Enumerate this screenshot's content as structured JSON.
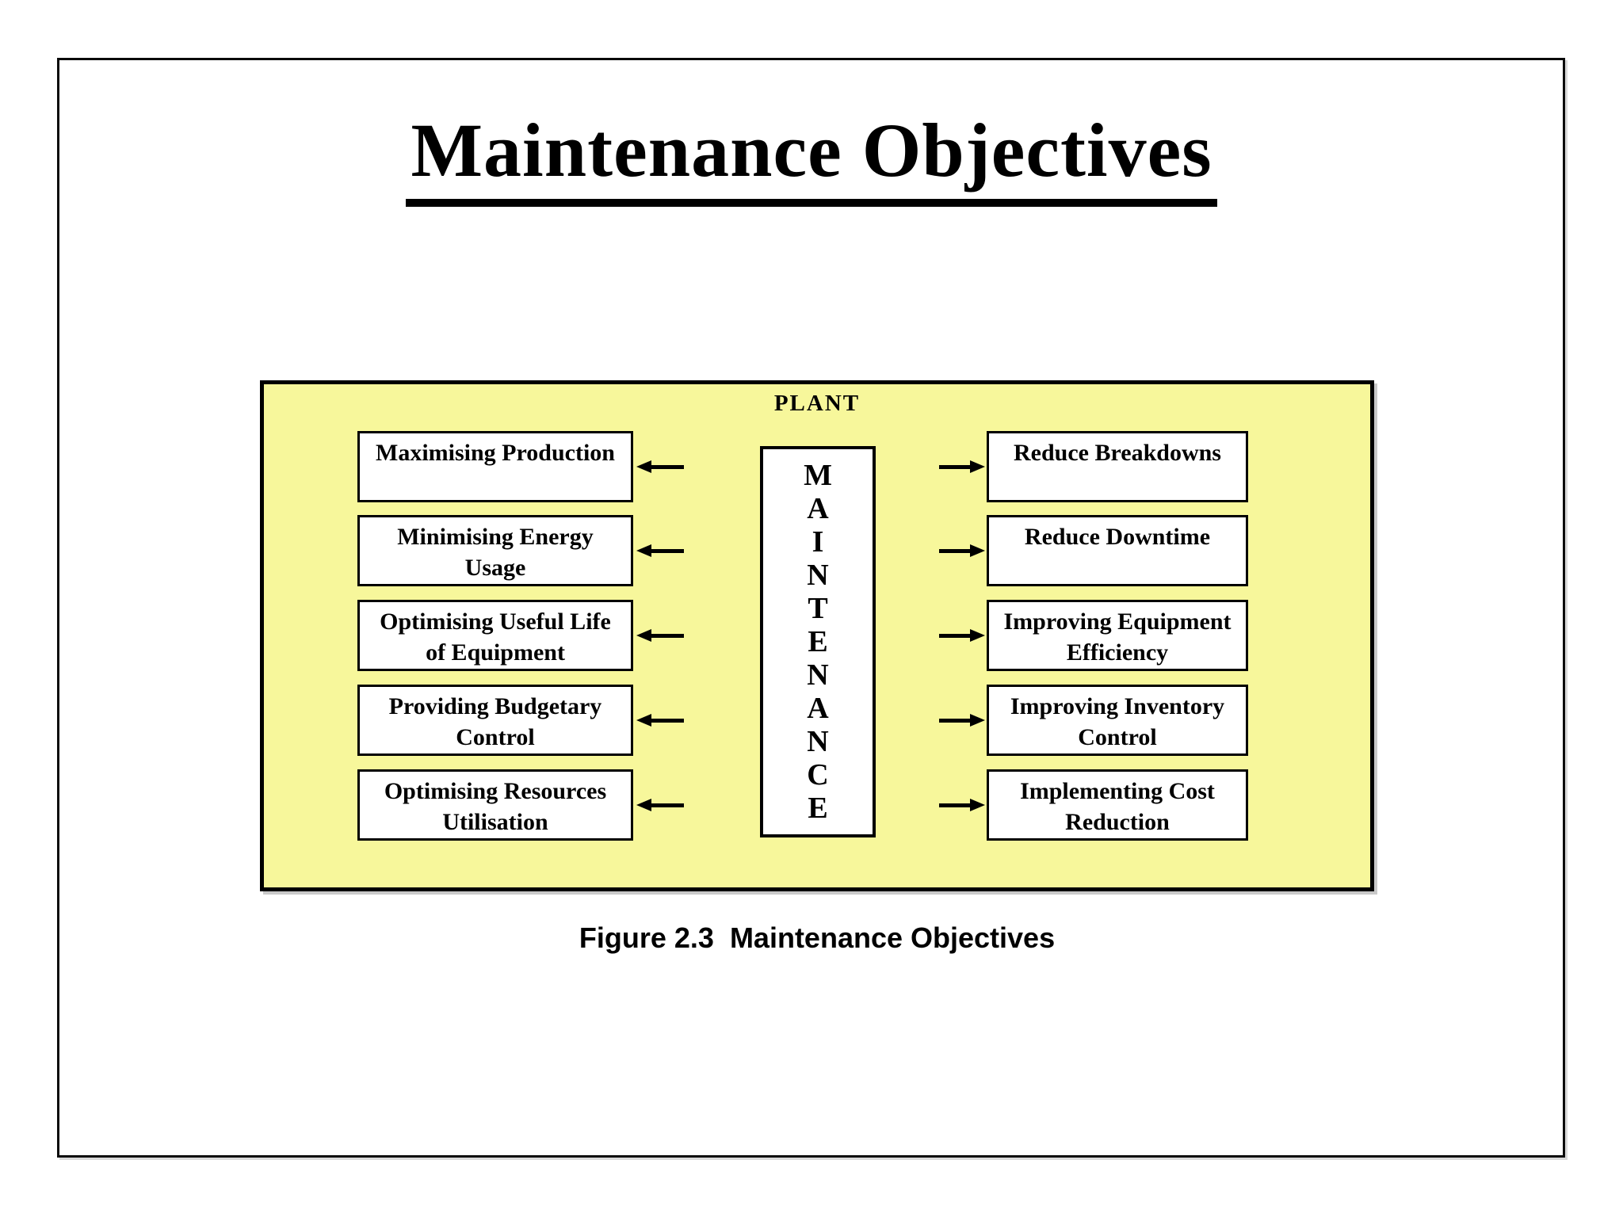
{
  "page": {
    "title": "Maintenance Objectives",
    "caption": "Figure 2.3  Maintenance Objectives"
  },
  "diagram": {
    "plant_label": "PLANT",
    "center_label": "MAINTENANCE",
    "colors": {
      "container_fill": "#F7F79B",
      "box_fill": "#FFFFFF",
      "border": "#000000"
    },
    "left_objectives": [
      {
        "line1": "Maximising Production",
        "line2": ""
      },
      {
        "line1": "Minimising Energy",
        "line2": "Usage"
      },
      {
        "line1": "Optimising Useful Life",
        "line2": "of Equipment"
      },
      {
        "line1": "Providing Budgetary",
        "line2": "Control"
      },
      {
        "line1": "Optimising Resources",
        "line2": "Utilisation"
      }
    ],
    "right_objectives": [
      {
        "line1": "Reduce Breakdowns",
        "line2": ""
      },
      {
        "line1": "Reduce Downtime",
        "line2": ""
      },
      {
        "line1": "Improving Equipment",
        "line2": "Efficiency"
      },
      {
        "line1": "Improving Inventory",
        "line2": "Control"
      },
      {
        "line1": "Implementing Cost",
        "line2": "Reduction"
      }
    ]
  }
}
